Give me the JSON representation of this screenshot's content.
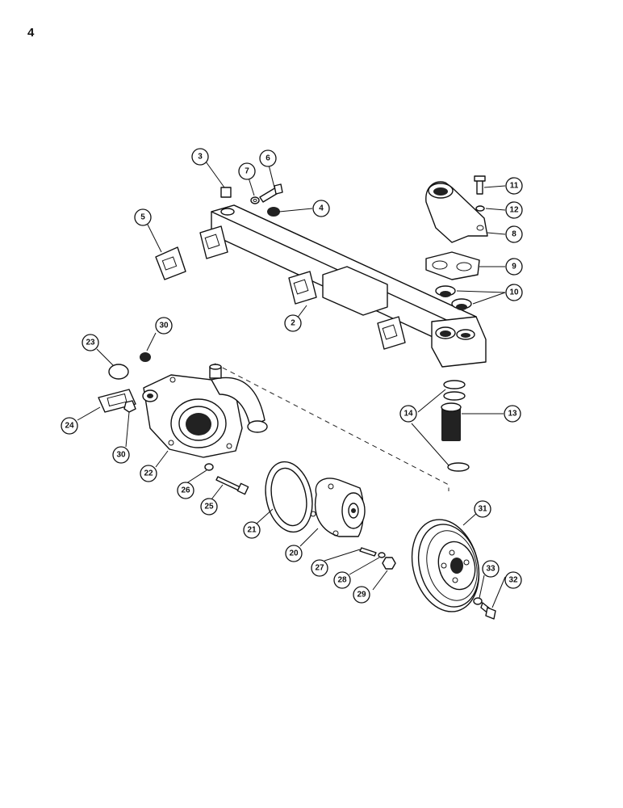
{
  "page": {
    "number": "4"
  },
  "callouts": {
    "c2": "2",
    "c3": "3",
    "c4": "4",
    "c5": "5",
    "c6": "6",
    "c7": "7",
    "c8": "8",
    "c9": "9",
    "c10": "10",
    "c11": "11",
    "c12": "12",
    "c13": "13",
    "c14": "14",
    "c20": "20",
    "c21": "21",
    "c22": "22",
    "c23": "23",
    "c24": "24",
    "c25": "25",
    "c26": "26",
    "c27": "27",
    "c28": "28",
    "c29": "29",
    "c30a": "30",
    "c30b": "30",
    "c31": "31",
    "c32": "32",
    "c33": "33"
  },
  "icons": {
    "manifold": "water-manifold-icon",
    "pump": "water-pump-icon",
    "pulley": "fan-pulley-icon",
    "housing": "pump-housing-icon"
  }
}
